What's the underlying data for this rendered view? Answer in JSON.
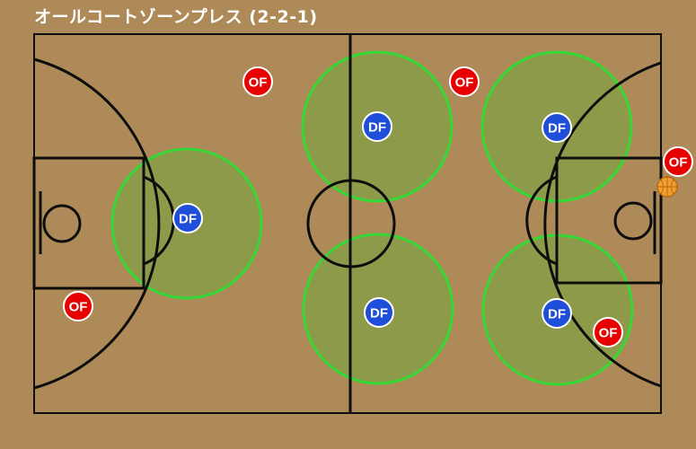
{
  "title": "オールコートゾーンプレス (2-2-1)",
  "labels": {
    "offense": "OF",
    "defense": "DF"
  },
  "colors": {
    "background": "#ad8a57",
    "zone_fill": "#6eaa3c",
    "zone_stroke": "#36d836",
    "offense": "#e60000",
    "defense": "#1f4fd8",
    "ball": "#f0a030",
    "line": "#0d0d0d"
  },
  "icons": {
    "ball": "basketball-icon"
  }
}
